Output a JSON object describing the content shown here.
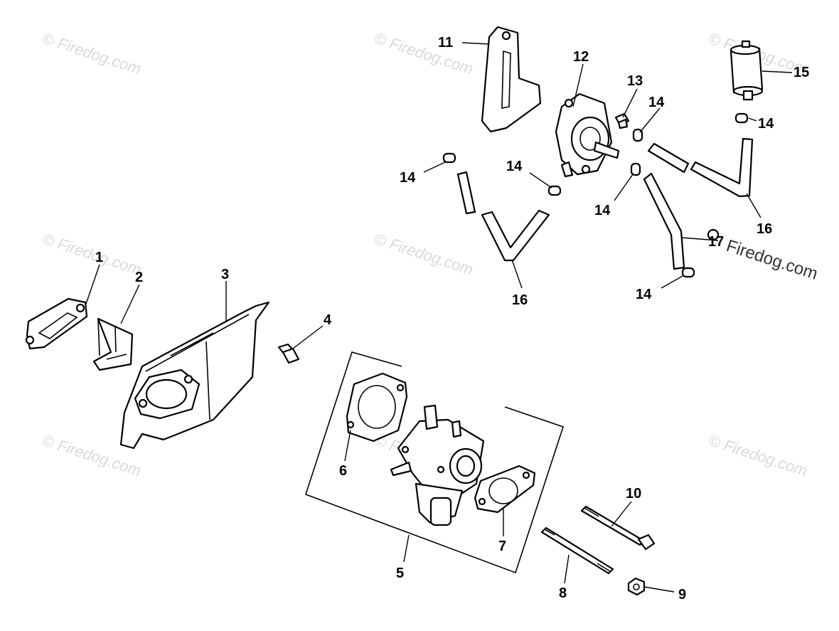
{
  "watermark": {
    "text": "© Firedog.com",
    "overlay_text": "Firedog.com"
  },
  "callouts": [
    {
      "id": "1",
      "label": "1"
    },
    {
      "id": "2",
      "label": "2"
    },
    {
      "id": "3",
      "label": "3"
    },
    {
      "id": "4",
      "label": "4"
    },
    {
      "id": "5",
      "label": "5"
    },
    {
      "id": "6",
      "label": "6"
    },
    {
      "id": "7",
      "label": "7"
    },
    {
      "id": "8",
      "label": "8"
    },
    {
      "id": "9",
      "label": "9"
    },
    {
      "id": "10",
      "label": "10"
    },
    {
      "id": "11",
      "label": "11"
    },
    {
      "id": "12",
      "label": "12"
    },
    {
      "id": "13",
      "label": "13"
    },
    {
      "id": "14",
      "label": "14"
    },
    {
      "id": "15",
      "label": "15"
    },
    {
      "id": "16",
      "label": "16"
    },
    {
      "id": "17",
      "label": "17"
    }
  ],
  "colors": {
    "line": "#000000",
    "watermark": "#d9d9d9",
    "background": "#ffffff"
  }
}
